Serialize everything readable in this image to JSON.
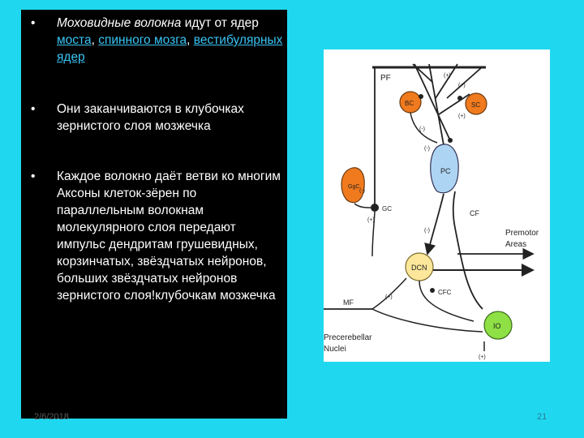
{
  "slide": {
    "bullets": [
      {
        "parts": {
          "italic": "Моховидные волокна",
          "t1": " идут от ядер ",
          "link1": "моста",
          "t2": ", ",
          "link2": "спинного мозга",
          "t3": ", ",
          "link3": "вестибулярных ядер"
        }
      },
      {
        "text": "Они заканчиваются в клубочках зернистого слоя мозжечка"
      },
      {
        "text": "Каждое волокно даёт ветви ко многим Аксоны клеток-зёрен по параллельным волокнам молекулярного слоя передают импульс дендритам грушевидных, корзинчатых, звёздчатых нейронов, больших звёздчатых нейронов зернистого слоя!клубочкам мозжечка"
      }
    ],
    "bullet_symbol": "•",
    "date": "2/6/2018",
    "page_number": "21"
  },
  "diagram": {
    "labels": {
      "pf": "PF",
      "bc": "BC",
      "sc": "SC",
      "pc": "PC",
      "gc": "GC",
      "ggc": "GgC",
      "cf": "CF",
      "dcn": "DCN",
      "cfc": "CFC",
      "io": "IO",
      "mf": "MF",
      "premotor": "Premotor",
      "areas": "Areas",
      "precerebellar": "Precerebellar",
      "nuclei": "Nuclei"
    },
    "signs": {
      "plus": "(+)",
      "minus": "(-)"
    },
    "colors": {
      "orange": "#f07a1e",
      "light_blue": "#aed4f3",
      "yellow": "#fce79a",
      "green": "#8ee045"
    }
  }
}
